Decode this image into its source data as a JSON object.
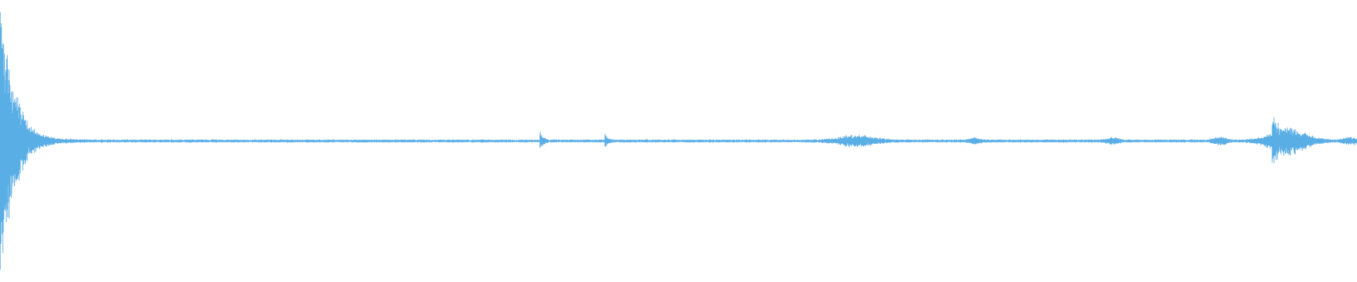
{
  "waveform": {
    "color": "#5aaee6",
    "background": "#ffffff",
    "baseline_noise": 0.006,
    "events": [
      {
        "position": 0.0,
        "amplitude": 0.45,
        "decay": 0.01,
        "kind": "transient"
      },
      {
        "position": 0.004,
        "amplitude": 0.08,
        "decay": 0.008,
        "kind": "burst"
      },
      {
        "position": 0.3975,
        "amplitude": 0.045,
        "decay": 0.002,
        "kind": "transient"
      },
      {
        "position": 0.4455,
        "amplitude": 0.025,
        "decay": 0.002,
        "kind": "transient"
      },
      {
        "position": 0.631,
        "amplitude": 0.018,
        "decay": 0.012,
        "kind": "burst"
      },
      {
        "position": 0.718,
        "amplitude": 0.01,
        "decay": 0.003,
        "kind": "burst"
      },
      {
        "position": 0.82,
        "amplitude": 0.01,
        "decay": 0.004,
        "kind": "burst"
      },
      {
        "position": 0.899,
        "amplitude": 0.012,
        "decay": 0.004,
        "kind": "burst"
      },
      {
        "position": 0.9375,
        "amplitude": 0.075,
        "decay": 0.004,
        "kind": "transient"
      },
      {
        "position": 0.949,
        "amplitude": 0.045,
        "decay": 0.012,
        "kind": "burst"
      },
      {
        "position": 0.996,
        "amplitude": 0.01,
        "decay": 0.006,
        "kind": "burst"
      }
    ]
  }
}
